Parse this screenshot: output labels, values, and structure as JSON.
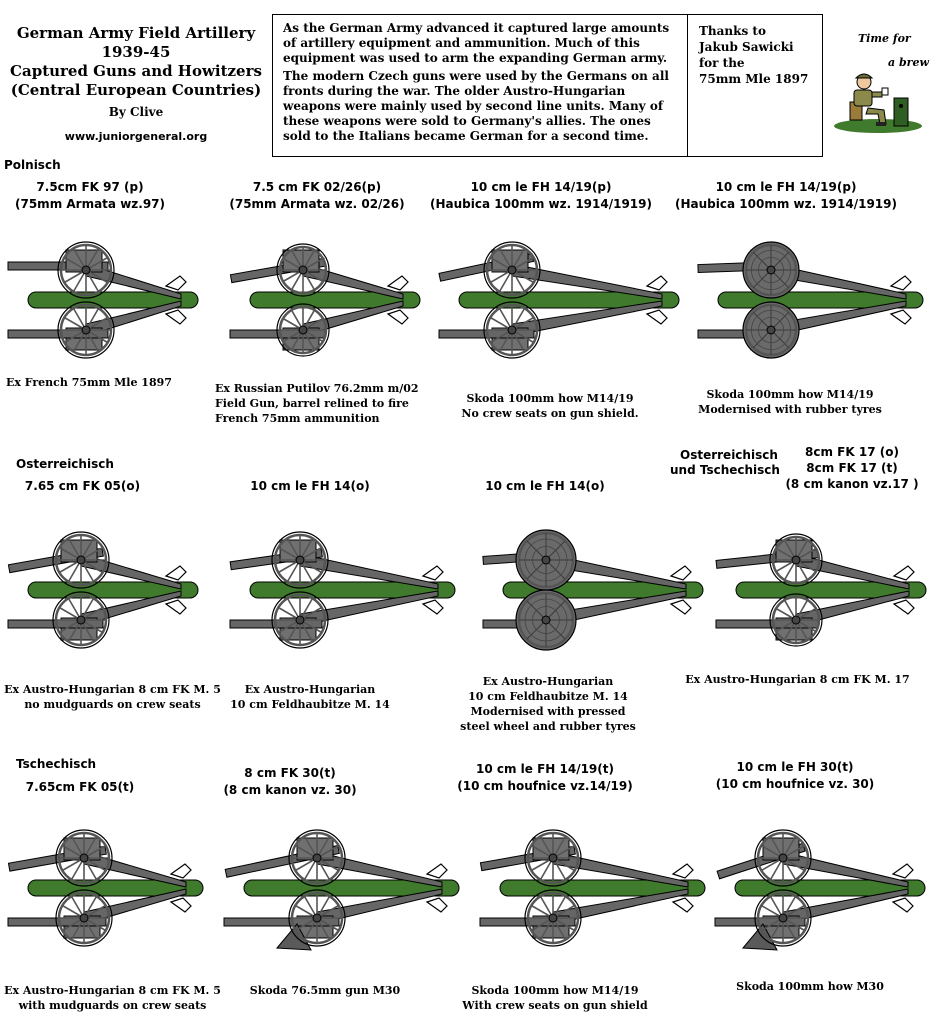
{
  "header": {
    "title_lines": [
      "German Army Field Artillery",
      "1939-45",
      "Captured Guns and Howitzers",
      "(Central European Countries)"
    ],
    "byline": "By Clive",
    "url": "www.juniorgeneral.org"
  },
  "notes": {
    "paragraphs": [
      "As the German Army advanced it captured large amounts of artillery equipment and ammunition. Much of this equipment was used to arm the expanding German army.",
      "The modern Czech guns were used by the Germans on all fronts during the war. The older Austro-Hungarian weapons were mainly used by second line units. Many of these weapons were sold to Germany's allies. The ones sold to the Italians became German for a second time."
    ],
    "thanks_lines": [
      "Thanks to",
      "Jakub Sawicki",
      "for the",
      "75mm Mle 1897"
    ]
  },
  "logo": {
    "line1": "Time for",
    "line2": "a brew"
  },
  "colors": {
    "grass": "#3f7a2d",
    "gun": "#666666",
    "outline": "#000000"
  },
  "sections": {
    "polnisch": "Polnisch",
    "osterreichisch": "Osterreichisch",
    "ost_tsch_1": "Osterreichisch",
    "ost_tsch_2": "und Tschechisch",
    "tschechisch": "Tschechisch"
  },
  "guns": [
    {
      "title": [
        "7.5cm FK 97 (p)",
        "(75mm Armata wz.97)"
      ],
      "caption": [
        "Ex French 75mm Mle 1897"
      ]
    },
    {
      "title": [
        "7.5 cm FK 02/26(p)",
        "(75mm Armata wz. 02/26)"
      ],
      "caption": [
        "Ex Russian Putilov 76.2mm m/02",
        "Field Gun, barrel relined to fire",
        "French 75mm ammunition"
      ]
    },
    {
      "title": [
        "10 cm le FH 14/19(p)",
        "(Haubica 100mm wz. 1914/1919)"
      ],
      "caption": [
        "Skoda 100mm  how M14/19",
        "No crew seats on gun shield."
      ]
    },
    {
      "title": [
        "10 cm le FH 14/19(p)",
        "(Haubica 100mm wz. 1914/1919)"
      ],
      "caption": [
        "Skoda 100mm  how M14/19",
        "Modernised with rubber tyres"
      ]
    },
    {
      "title": [
        "7.65 cm FK 05(o)"
      ],
      "caption": [
        "Ex Austro-Hungarian 8 cm FK M. 5",
        "no mudguards on crew seats"
      ]
    },
    {
      "title": [
        "10 cm le FH 14(o)"
      ],
      "caption": [
        "Ex Austro-Hungarian",
        "10 cm Feldhaubitze M. 14"
      ]
    },
    {
      "title": [
        "10 cm le FH 14(o)"
      ],
      "caption": [
        "Ex Austro-Hungarian",
        "10 cm Feldhaubitze M. 14",
        "Modernised with pressed",
        "steel wheel and rubber tyres"
      ]
    },
    {
      "title": [
        "8cm FK 17 (o)",
        "8cm FK 17 (t)",
        "(8 cm kanon vz.17 )"
      ],
      "caption": [
        "Ex Austro-Hungarian 8 cm FK M. 17"
      ]
    },
    {
      "title": [
        "7.65cm FK 05(t)"
      ],
      "caption": [
        "Ex Austro-Hungarian 8 cm FK M. 5",
        "with mudguards on crew seats"
      ]
    },
    {
      "title": [
        "8 cm FK 30(t)",
        "(8 cm kanon vz. 30)"
      ],
      "caption": [
        "Skoda 76.5mm gun M30"
      ]
    },
    {
      "title": [
        "10    cm le FH 14/19(t)",
        "(10 cm houfnice vz.14/19)"
      ],
      "caption": [
        "Skoda 100mm  how M14/19",
        "With crew seats on gun shield"
      ]
    },
    {
      "title": [
        "10 cm le FH 30(t)",
        "(10 cm houfnice vz. 30)"
      ],
      "caption": [
        "Skoda 100mm how M30"
      ]
    }
  ]
}
